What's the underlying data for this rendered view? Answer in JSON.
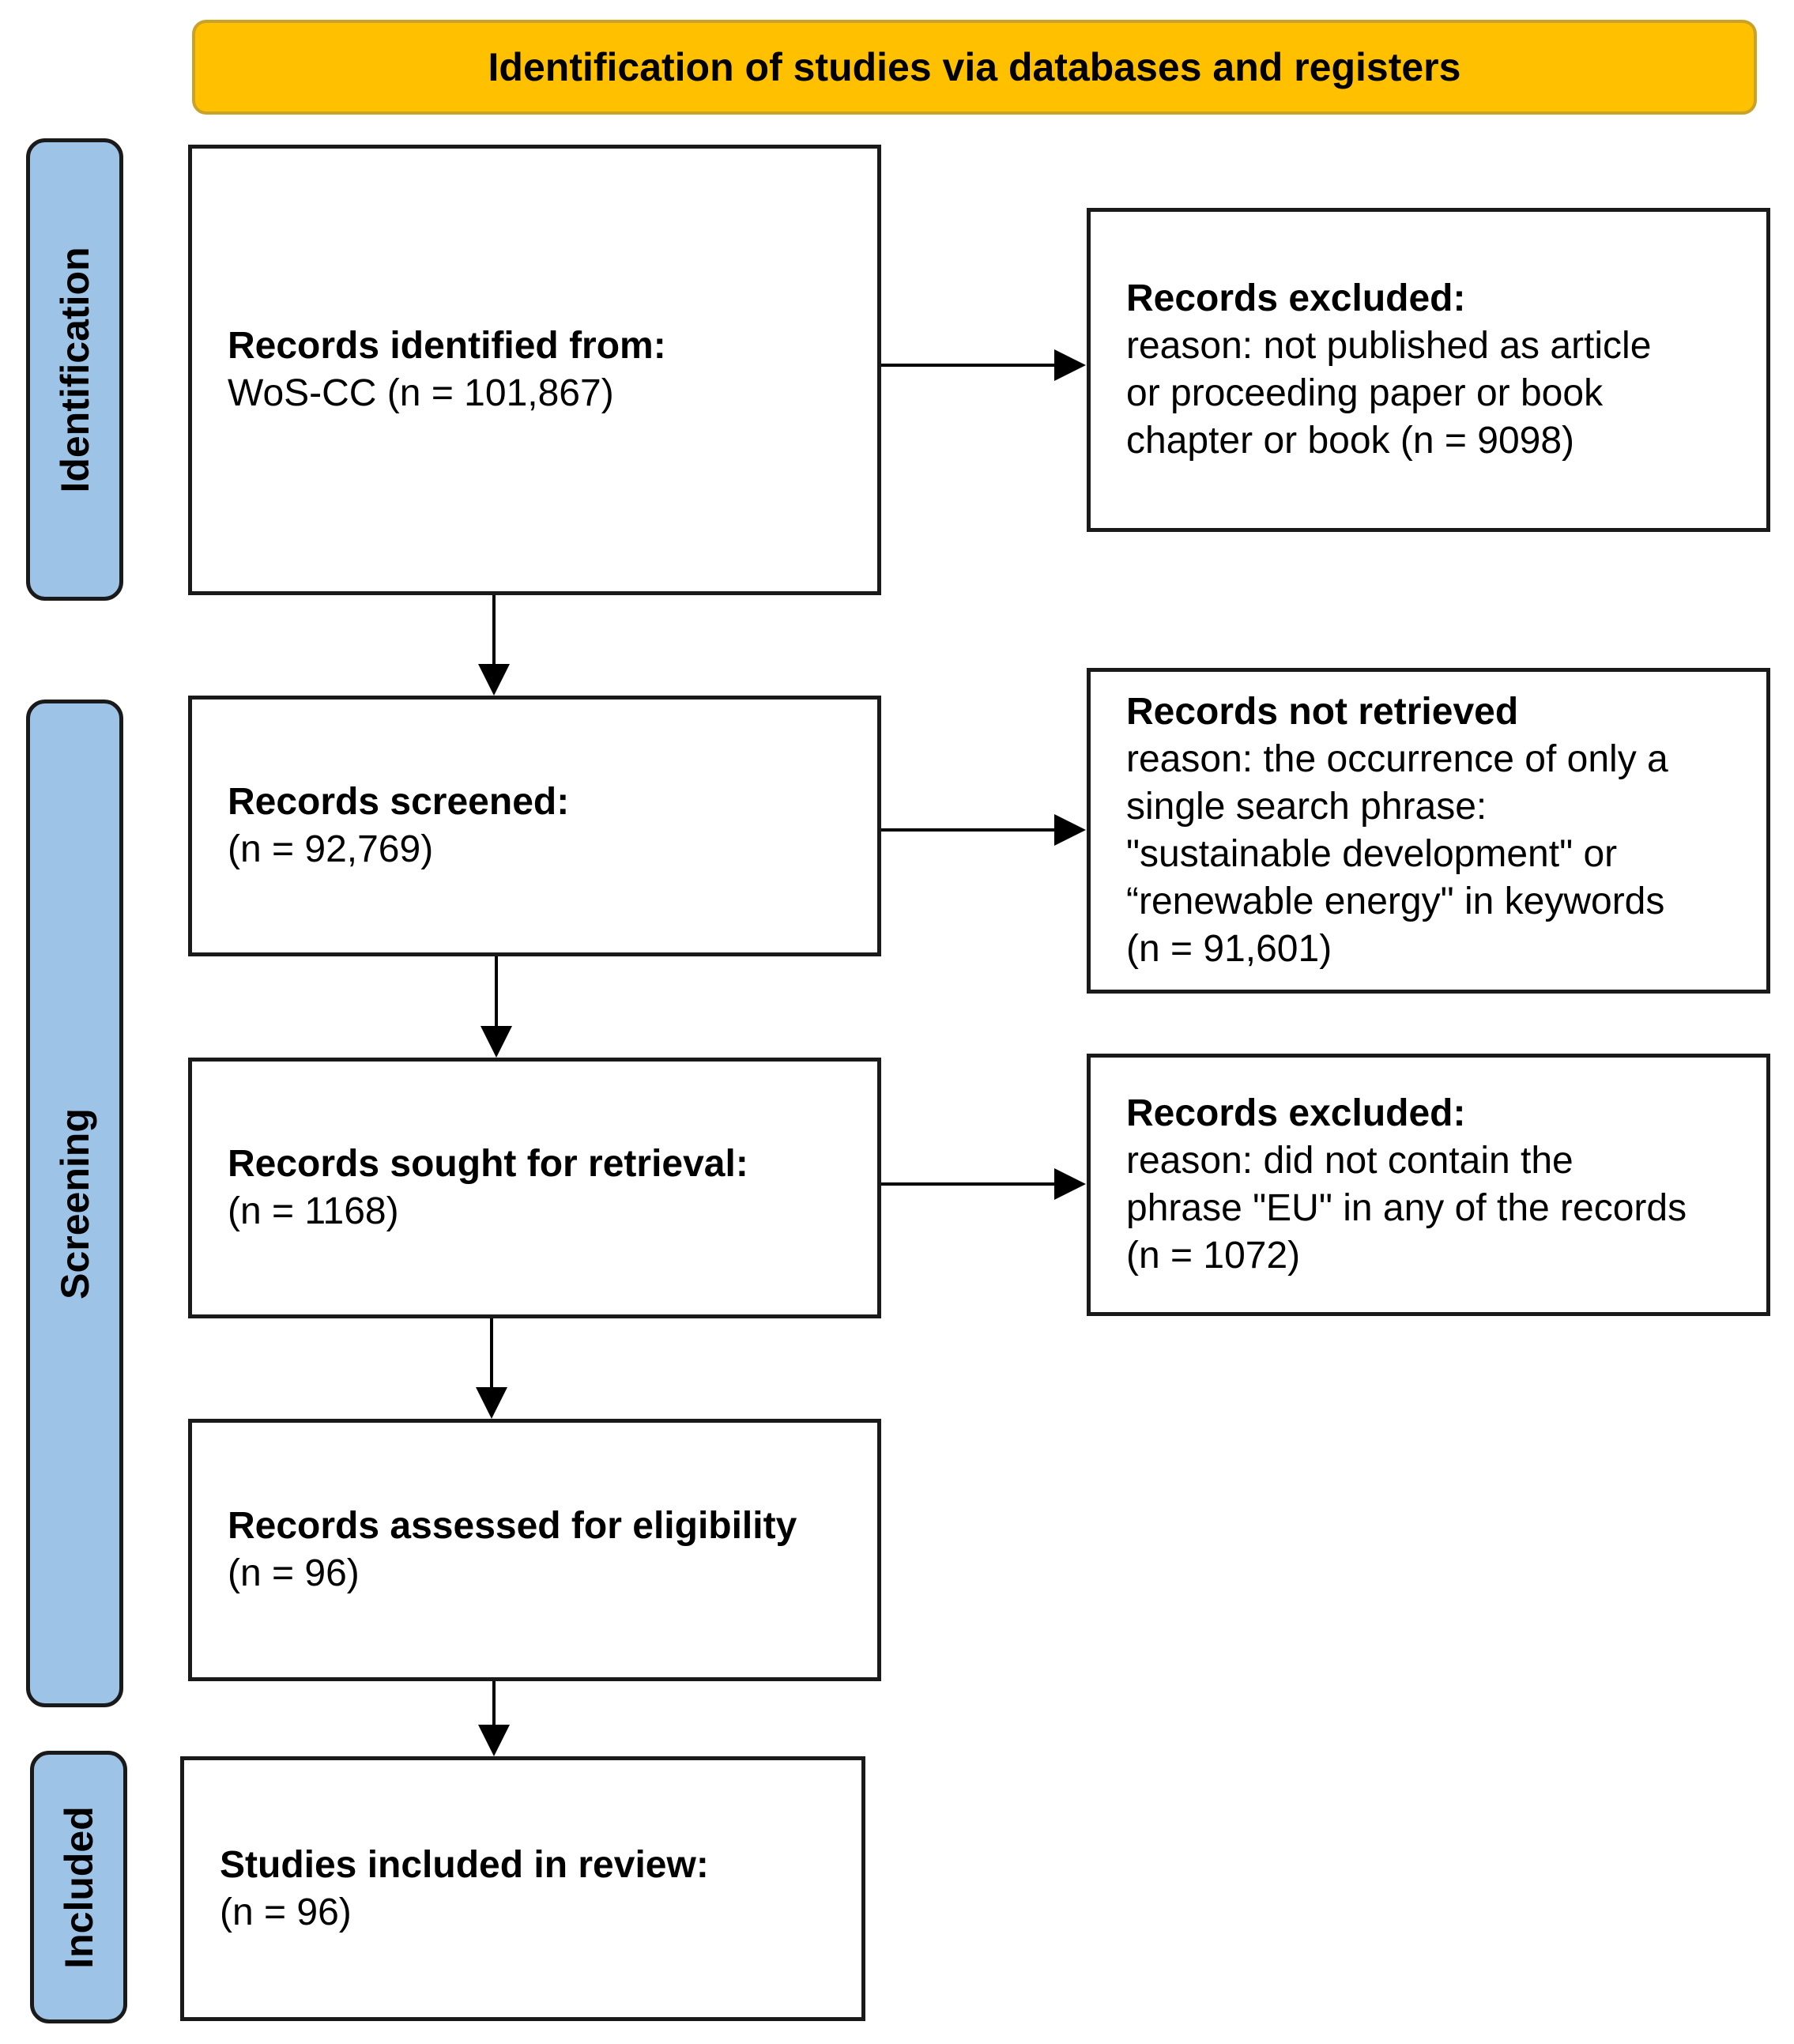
{
  "banner": "Identification of studies via databases and registers",
  "phases": {
    "identification": "Identification",
    "screening": "Screening",
    "included": "Included"
  },
  "boxes": {
    "identified": {
      "title": "Records identified from:",
      "lines": [
        "WoS-CC (n = 101,867)"
      ]
    },
    "excluded1": {
      "title": "Records excluded:",
      "lines": [
        "reason: not published as article",
        "or proceeding paper or book",
        "chapter or book (n = 9098)"
      ]
    },
    "screened": {
      "title": "Records screened:",
      "lines": [
        "(n = 92,769)"
      ]
    },
    "not_retrieved": {
      "title": "Records not retrieved",
      "lines": [
        "reason: the occurrence of only a",
        "single search phrase:",
        "\"sustainable development\" or",
        "“renewable energy\" in keywords",
        "(n = 91,601)"
      ]
    },
    "sought": {
      "title": "Records sought for retrieval:",
      "lines": [
        "(n = 1168)"
      ]
    },
    "excluded2": {
      "title": "Records excluded:",
      "lines": [
        "reason: did not contain the",
        "phrase \"EU\" in any of the records",
        "(n = 1072)"
      ]
    },
    "assessed": {
      "title": "Records assessed for eligibility",
      "lines": [
        "(n = 96)"
      ]
    },
    "included": {
      "title": "Studies included in review:",
      "lines": [
        "(n = 96)"
      ]
    }
  }
}
